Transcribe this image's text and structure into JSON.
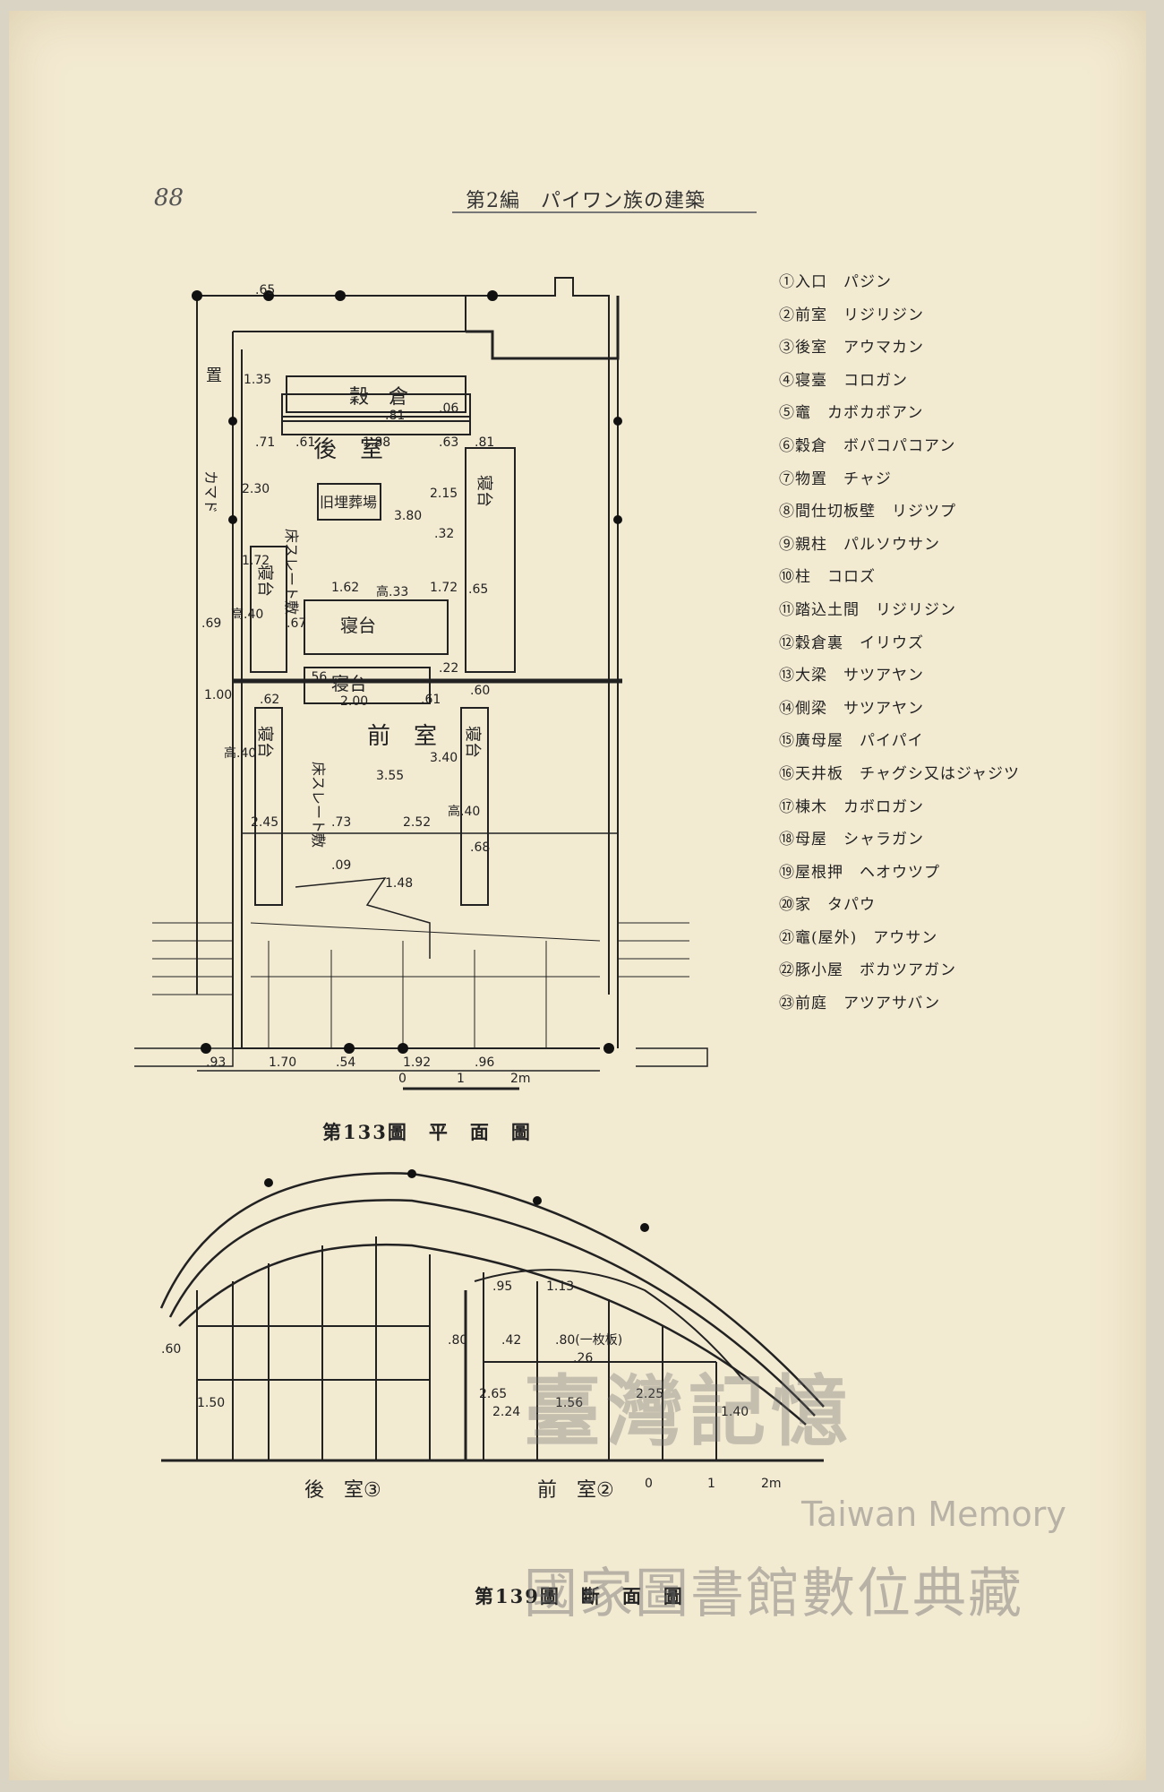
{
  "header": {
    "page_number": "88",
    "title": "第2編　パイワン族の建築"
  },
  "legend": [
    "①入口　パジン",
    "②前室　リジリジン",
    "③後室　アウマカン",
    "④寝臺　コロガン",
    "⑤竈　カボカボアン",
    "⑥穀倉　ボパコパコアン",
    "⑦物置　チャジ",
    "⑧間仕切板壁　リジツプ",
    "⑨親柱　パルソウサン",
    "⑩柱　コロズ",
    "⑪踏込土間　リジリジン",
    "⑫穀倉裏　イリウズ",
    "⑬大梁　サツアヤン",
    "⑭側梁　サツアヤン",
    "⑮廣母屋　パイパイ",
    "⑯天井板　チャグシ又はジャジツ",
    "⑰棟木　カボロガン",
    "⑱母屋　シャラガン",
    "⑲屋根押　ヘオウツプ",
    "⑳家　タパウ",
    "㉑竈(屋外)　アウサン",
    "㉒豚小屋　ボカツアガン",
    "㉓前庭　アツアサバン"
  ],
  "plan": {
    "caption": "第133圖　平　面　圖",
    "labels": {
      "grain_store": "穀　倉",
      "back_room": "後　室",
      "front_room": "前　室",
      "floor_slate": "床スレート敷",
      "burial": "旧埋葬場",
      "bed": "寝台",
      "kamado": "カマド",
      "storage": "置",
      "scale_zero": "0",
      "scale_one": "1",
      "scale_two": "2m"
    },
    "dims": {
      "d65": ".65",
      "d135": "1.35",
      "d81": ".81",
      "d06": ".06",
      "d71": ".71",
      "d61": ".61",
      "d188": "1.88",
      "d63": ".63",
      "d81b": ".81",
      "d230": "2.30",
      "d380": "3.80",
      "d215": "2.15",
      "d32": ".32",
      "d172": "1.72",
      "d162": "1.62",
      "d33": "高.33",
      "d172b": "1.72",
      "d65b": ".65",
      "d40": "高.40",
      "d69": ".69",
      "d67": ".67",
      "d56": ".56",
      "d22": ".22",
      "d62": ".62",
      "d200": "2.00",
      "d61b": ".61",
      "d60": ".60",
      "d100": "1.00",
      "d40b": "高.40",
      "d355": "3.55",
      "d340": "3.40",
      "d40c": "高.40",
      "d245": "2.45",
      "d73": ".73",
      "d252": "2.52",
      "d68": ".68",
      "d09": ".09",
      "d148": "1.48",
      "b93": ".93",
      "b170": "1.70",
      "b54": ".54",
      "b192": "1.92",
      "b96": ".96"
    }
  },
  "section": {
    "caption": "第139圖　斷　面　圖",
    "labels": {
      "back_room": "後　室③",
      "front_room": "前　室②",
      "scale_zero": "0",
      "scale_one": "1",
      "scale_two": "2m"
    },
    "dims": {
      "s95": ".95",
      "s113": "1.13",
      "s80": ".80",
      "s42": ".42",
      "s80b": ".80(一枚板)",
      "s26": ".26",
      "s60": ".60",
      "s150": "1.50",
      "s265": "2.65",
      "s224": "2.24",
      "s156": "1.56",
      "s225": "2.25",
      "s140": "1.40"
    }
  },
  "watermark": {
    "logo": "臺灣記憶",
    "english": "Taiwan Memory",
    "chinese": "國家圖書館數位典藏"
  }
}
